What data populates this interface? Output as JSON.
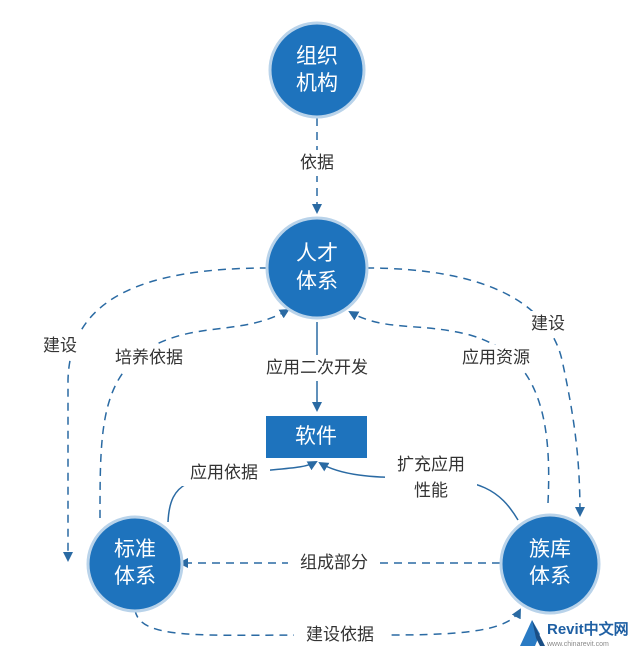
{
  "nodes": {
    "org": {
      "line1": "组织",
      "line2": "机构"
    },
    "talent": {
      "line1": "人才",
      "line2": "体系"
    },
    "standard": {
      "line1": "标准",
      "line2": "体系"
    },
    "family": {
      "line1": "族库",
      "line2": "体系"
    },
    "software": {
      "label": "软件"
    }
  },
  "edges": {
    "basis": "依据",
    "app_dev": "应用二次开发",
    "build_left": "建设",
    "build_right": "建设",
    "training_basis": "培养依据",
    "app_resources": "应用资源",
    "app_basis": "应用依据",
    "extend_line1": "扩充应用",
    "extend_line2": "性能",
    "component": "组成部分",
    "build_basis": "建设依据"
  },
  "watermark": {
    "brand": "Revit中文网",
    "url": "www.chinarevit.com"
  },
  "colors": {
    "node": "#1e73bd",
    "edge": "#2a6aa3"
  }
}
